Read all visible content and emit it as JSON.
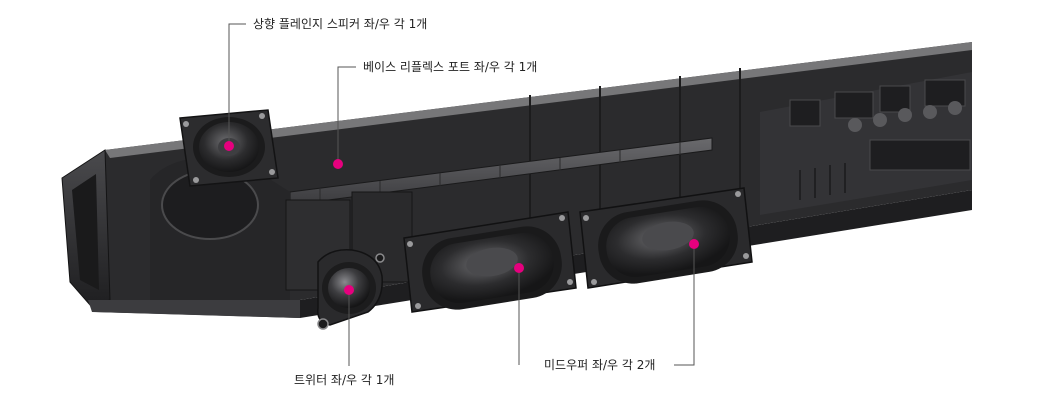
{
  "callouts": {
    "upfiring": "상향 플레인지 스피커 좌/우 각 1개",
    "bass_reflex": "베이스 리플렉스 포트 좌/우 각 1개",
    "tweeter": "트위터 좌/우 각 1개",
    "midwoofer": "미드우퍼 좌/우 각 2개"
  },
  "colors": {
    "marker": "#e6007e",
    "leader": "#555555",
    "body_dark": "#2a2a2b",
    "body_mid": "#3a3a3c",
    "body_light": "#5a5a5d"
  }
}
